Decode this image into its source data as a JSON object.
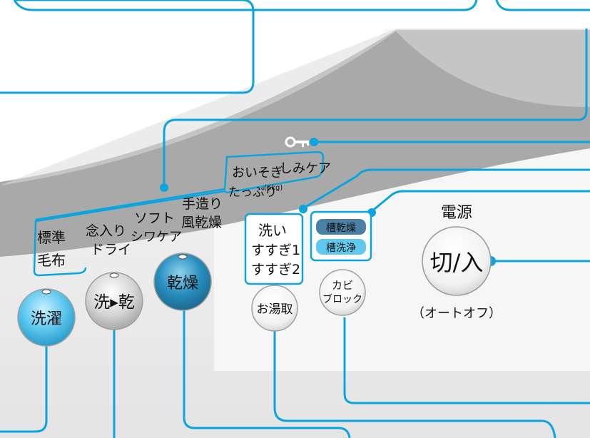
{
  "colors": {
    "callout_line": "#0aa4df",
    "band_gray": "#a9a9a9",
    "panel": "#eeeeee",
    "button_blue": "#2a8fbf",
    "button_light_blue": "#5fc8ee",
    "button_silver": "#cfcfcf",
    "led_pill": "#4aa7c9"
  },
  "courses": {
    "standard": "標準",
    "blanket": "毛布",
    "careful": "念入り",
    "dry": "ドライ",
    "soft": "ソフト",
    "wrinkle_care": "シワケア",
    "handmade": "手造り",
    "air_dry": "風乾燥",
    "quick": "おいそぎ",
    "plenty": "たっぷり",
    "plenty_note": "(6kg)",
    "stain_care": "しみケア"
  },
  "process": {
    "wash": "洗い",
    "rinse1": "すすぎ1",
    "rinse2": "すすぎ2"
  },
  "tub": {
    "dry": "槽乾燥",
    "clean": "槽洗浄"
  },
  "power": {
    "label": "電源",
    "button": "切/入",
    "note": "（オートオフ）"
  },
  "buttons": {
    "wash": "洗濯",
    "wash_dry": "洗▸乾",
    "dry": "乾燥",
    "hot_water": "お湯取",
    "mold_block_line1": "カビ",
    "mold_block_line2": "ブロック"
  },
  "icons": {
    "child_lock": "key-icon"
  }
}
